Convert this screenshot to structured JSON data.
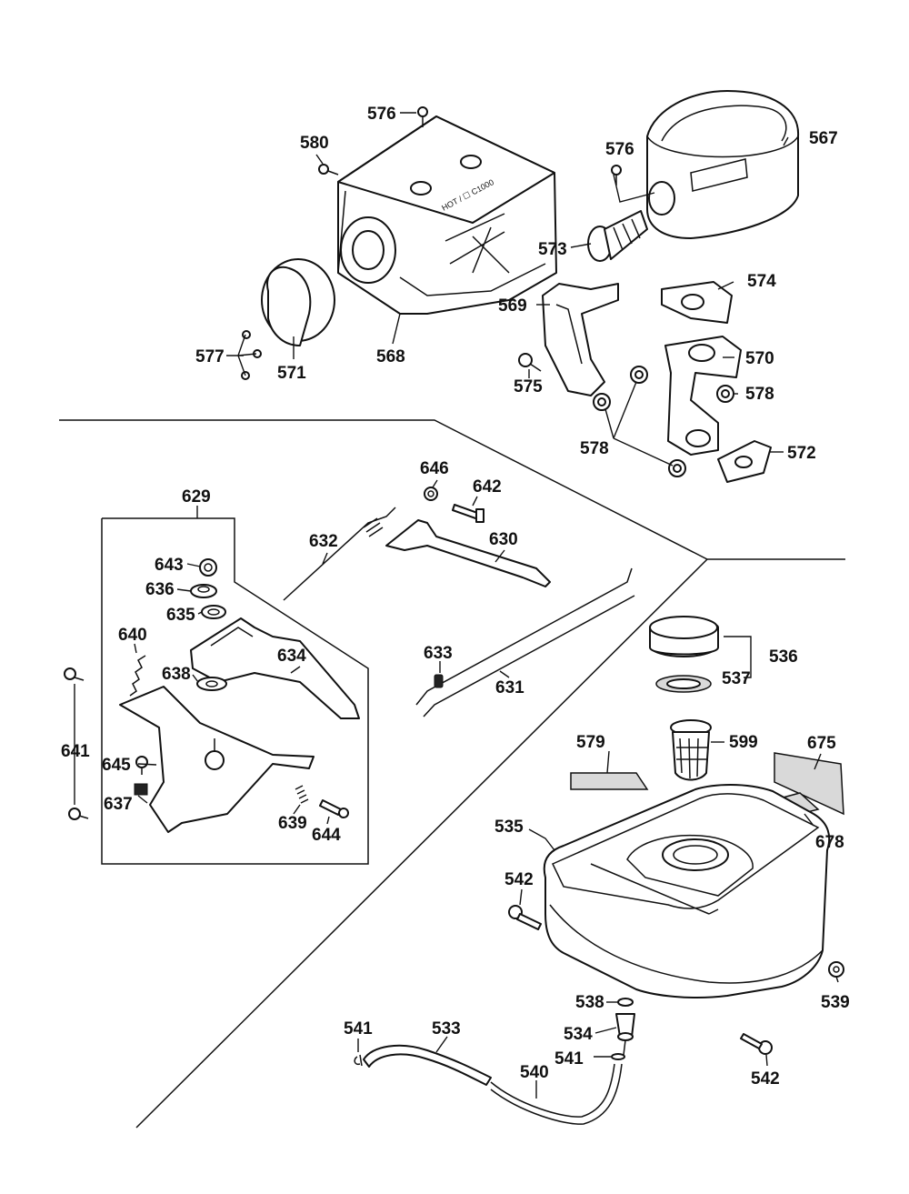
{
  "labels": {
    "l576a": "576",
    "l580": "580",
    "l576b": "576",
    "l567": "567",
    "l573": "573",
    "l574": "574",
    "l569": "569",
    "l570": "570",
    "l577": "577",
    "l571": "571",
    "l568": "568",
    "l575": "575",
    "l578a": "578",
    "l578b": "578",
    "l572": "572",
    "l646": "646",
    "l642": "642",
    "l629": "629",
    "l632": "632",
    "l630": "630",
    "l643": "643",
    "l636": "636",
    "l635": "635",
    "l640": "640",
    "l634": "634",
    "l633": "633",
    "l638": "638",
    "l631": "631",
    "l536": "536",
    "l537": "537",
    "l641": "641",
    "l645": "645",
    "l637": "637",
    "l639": "639",
    "l644": "644",
    "l579": "579",
    "l599": "599",
    "l675": "675",
    "l678": "678",
    "l535": "535",
    "l542a": "542",
    "l539": "539",
    "l538": "538",
    "l534": "534",
    "l541a": "541",
    "l533": "533",
    "l541b": "541",
    "l540": "540",
    "l542b": "542"
  },
  "shroud_text": "HOT / ☐ C1000"
}
